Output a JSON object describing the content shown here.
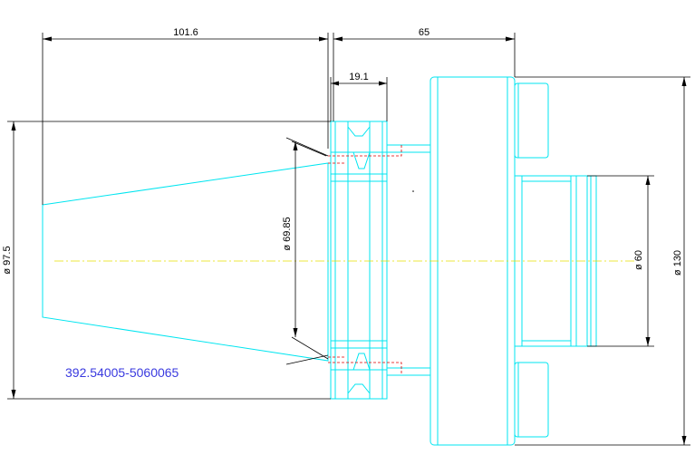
{
  "drawing": {
    "part_number": "392.54005-5060065",
    "dimensions": {
      "taper_length": "101.6",
      "body_length": "65",
      "flange_width": "19.1",
      "taper_diameter": "ø 97.5",
      "gauge_diameter": "ø 69.85",
      "bore_diameter": "ø  60",
      "body_diameter": "ø 130"
    },
    "colors": {
      "outline": "#00e5f0",
      "dimension": "#000000",
      "centerline": "#e8e000",
      "hidden_line": "#e00000",
      "part_number": "#3a3adf"
    }
  }
}
